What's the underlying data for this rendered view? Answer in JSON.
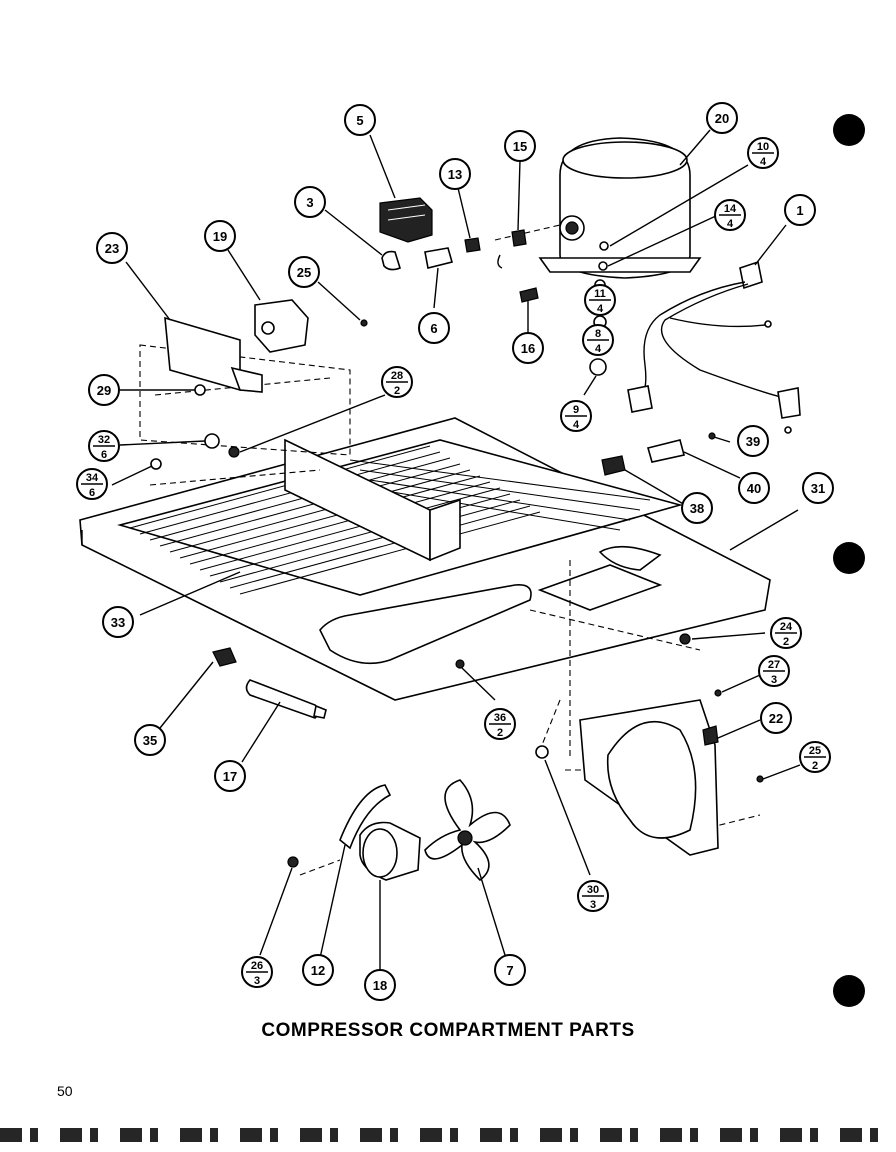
{
  "caption": "COMPRESSOR COMPARTMENT PARTS",
  "page_number": "50",
  "callouts": [
    {
      "label": "1"
    },
    {
      "label": "3"
    },
    {
      "label": "5"
    },
    {
      "label": "6"
    },
    {
      "label": "7"
    },
    {
      "label": "12"
    },
    {
      "label": "13"
    },
    {
      "label": "15"
    },
    {
      "label": "16"
    },
    {
      "label": "17"
    },
    {
      "label": "18"
    },
    {
      "label": "19"
    },
    {
      "label": "20"
    },
    {
      "label": "22"
    },
    {
      "label": "23"
    },
    {
      "label": "25"
    },
    {
      "label": "29"
    },
    {
      "label": "31"
    },
    {
      "label": "33"
    },
    {
      "label": "35"
    },
    {
      "label": "38"
    },
    {
      "label": "39"
    },
    {
      "label": "40"
    },
    {
      "label": "10",
      "qty": "4"
    },
    {
      "label": "14",
      "qty": "4"
    },
    {
      "label": "11",
      "qty": "4"
    },
    {
      "label": "8",
      "qty": "4"
    },
    {
      "label": "9",
      "qty": "4"
    },
    {
      "label": "28",
      "qty": "2"
    },
    {
      "label": "32",
      "qty": "6"
    },
    {
      "label": "34",
      "qty": "6"
    },
    {
      "label": "24",
      "qty": "2"
    },
    {
      "label": "27",
      "qty": "3"
    },
    {
      "label": "36",
      "qty": "2"
    },
    {
      "label": "25",
      "qty": "2"
    },
    {
      "label": "30",
      "qty": "3"
    },
    {
      "label": "26",
      "qty": "3"
    }
  ]
}
